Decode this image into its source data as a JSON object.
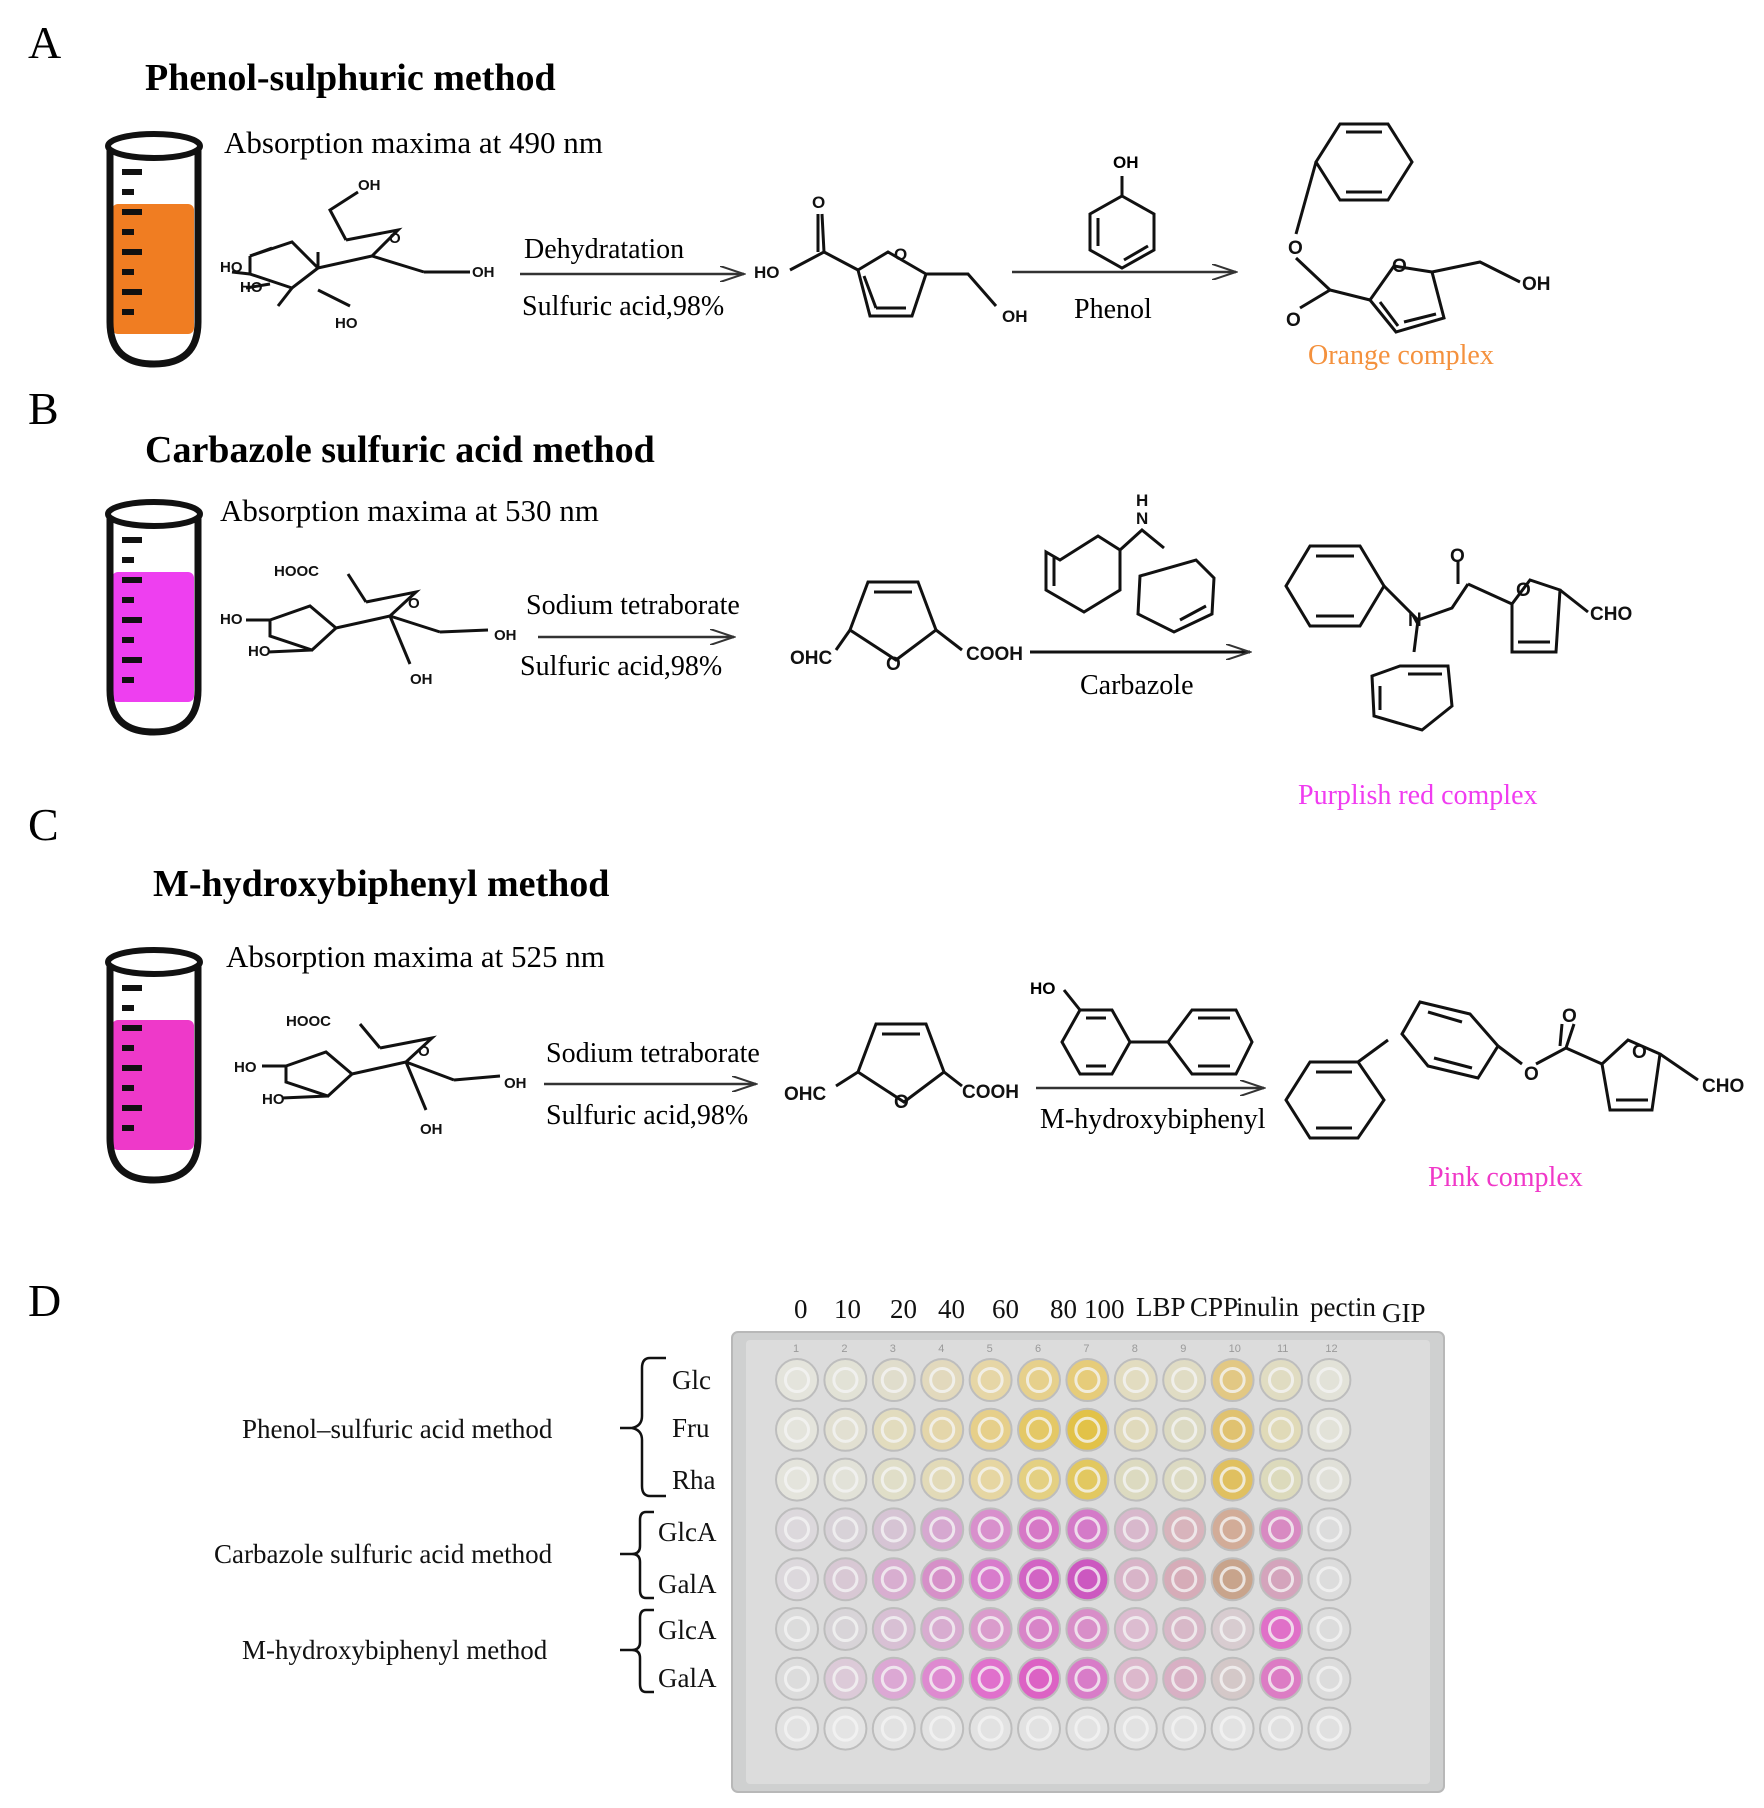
{
  "panels": {
    "A": {
      "letter": "A",
      "title": "Phenol-sulphuric method",
      "absorption": "Absorption maxima at 490 nm",
      "arrow1_top": "Dehydratation",
      "arrow1_bottom": "Sulfuric  acid,98%",
      "arrow2_bottom": "Phenol",
      "complex_label": "Orange complex",
      "complex_color": "#f4913d",
      "tube_color": "#f07d22"
    },
    "B": {
      "letter": "B",
      "title": "Carbazole  sulfuric acid  method",
      "absorption": "Absorption maxima at 530 nm",
      "arrow1_top": "Sodium tetraborate",
      "arrow1_bottom": "Sulfuric  acid,98%",
      "arrow2_bottom": "Carbazole",
      "complex_label": "Purplish red complex",
      "complex_color": "#f03cf0",
      "tube_color": "#ee3ff0"
    },
    "C": {
      "letter": "C",
      "title": "M-hydroxybiphenyl method",
      "absorption": "Absorption maxima at 525 nm",
      "arrow1_top": "Sodium tetraborate",
      "arrow1_bottom": "Sulfuric  acid,98%",
      "arrow2_bottom": "M-hydroxybiphenyl",
      "complex_label": "Pink complex",
      "complex_color": "#f038c8",
      "tube_color": "#ee39c9"
    },
    "D": {
      "letter": "D",
      "column_labels": [
        "0",
        "10",
        "20",
        "40",
        "60",
        "80",
        "100",
        "LBP",
        "CPP",
        "inulin",
        "pectin",
        "GIP"
      ],
      "plate_numbers": [
        "1",
        "2",
        "3",
        "4",
        "5",
        "6",
        "7",
        "8",
        "9",
        "10",
        "11",
        "12"
      ],
      "groups": [
        {
          "method": "Phenol–sulfuric  acid method",
          "rows": [
            "Glc",
            "Fru",
            "Rha"
          ]
        },
        {
          "method": "Carbazole  sulfuric  acid  method",
          "rows": [
            "GlcA",
            "GalA"
          ]
        },
        {
          "method": "M-hydroxybiphenyl  method",
          "rows": [
            "GlcA",
            "GalA"
          ]
        }
      ]
    }
  },
  "chem_labels": {
    "OH": "OH",
    "HO": "HO",
    "O": "O",
    "H": "H",
    "N": "N",
    "HOOC": "HOOC",
    "OHC": "OHC",
    "COOH": "COOH",
    "CHO": "CHO"
  },
  "well_colors": [
    [
      "#e4e4dc",
      "#e2e2d6",
      "#e0ddcc",
      "#e2d9bd",
      "#e6d6a6",
      "#e6d08c",
      "#e6cc7a",
      "#e2dcc0",
      "#e0dcc4",
      "#e2c884",
      "#e0dcc2",
      "#e2e2d8"
    ],
    [
      "#e4e4dc",
      "#e2e0d2",
      "#e2dcbe",
      "#e4d6aa",
      "#e6cf8a",
      "#e4c866",
      "#e2c248",
      "#e0dabc",
      "#dcdac2",
      "#e0c270",
      "#e0dab8",
      "#e2e2d8"
    ],
    [
      "#e4e4dc",
      "#e2e2d8",
      "#e0dec8",
      "#e2dab8",
      "#e6d6a2",
      "#e4d082",
      "#e2c860",
      "#dcdac0",
      "#dcdac2",
      "#e0c060",
      "#dcdabc",
      "#e0e0d8"
    ],
    [
      "#dcd8dc",
      "#d8d2d8",
      "#d6c4d4",
      "#d6a8d0",
      "#d890cc",
      "#d678c6",
      "#d47ac8",
      "#d8b8cc",
      "#d8b4bc",
      "#d2ac98",
      "#d88ac2",
      "#dcdcdc"
    ],
    [
      "#dcd8dc",
      "#d8c8d4",
      "#d8aed0",
      "#d690c8",
      "#d87ccc",
      "#d264c4",
      "#cc58c0",
      "#d8b4c8",
      "#d6acb8",
      "#c8a48c",
      "#d4a4bc",
      "#dcdcdc"
    ],
    [
      "#dcdcdc",
      "#d8d4d8",
      "#d8c0d4",
      "#d8acd0",
      "#da9ccc",
      "#d884c8",
      "#d88ec8",
      "#dcbcd0",
      "#d8b8c8",
      "#d8ccd0",
      "#e070c8",
      "#dcdcdc"
    ],
    [
      "#dcdcdc",
      "#dccad8",
      "#dca8d4",
      "#de8ad0",
      "#e070cc",
      "#dc62c4",
      "#d87cc8",
      "#dcb8cc",
      "#d8b0c4",
      "#d4c8c8",
      "#dc7cc4",
      "#dcdcdc"
    ],
    [
      "#e2e2e2",
      "#e4e4e4",
      "#e2e2e2",
      "#e2e2e2",
      "#e2e2e2",
      "#e2e2e2",
      "#e2e2e2",
      "#e2e2e2",
      "#e2e2e2",
      "#e2e2e2",
      "#e0e0e0",
      "#e0e0e0"
    ]
  ]
}
